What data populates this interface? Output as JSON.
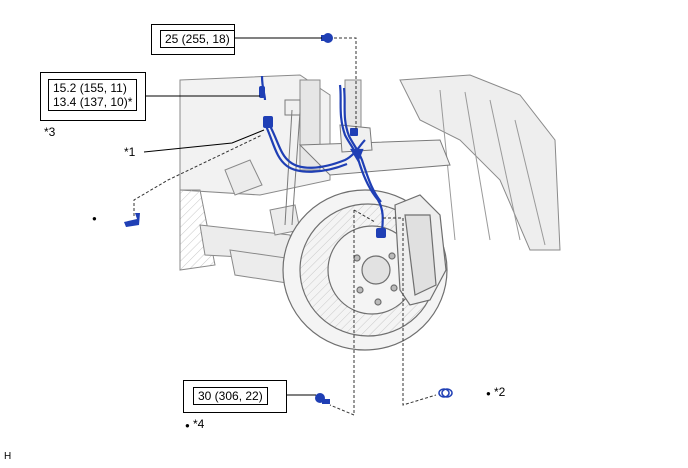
{
  "torque_boxes": {
    "top": {
      "value": "25 (255, 18)"
    },
    "upper_left": {
      "line1": "15.2 (155, 11)",
      "line2": "13.4 (137, 10)*"
    },
    "bottom": {
      "value": "30 (306, 22)"
    }
  },
  "callouts": {
    "c1": "*1",
    "c2": "*2",
    "c3": "*3",
    "c4": "*4",
    "bullet": "●"
  },
  "corner_mark": "H",
  "colors": {
    "hose": "#1f3fb5",
    "outline": "#555555",
    "leader": "#000000"
  }
}
